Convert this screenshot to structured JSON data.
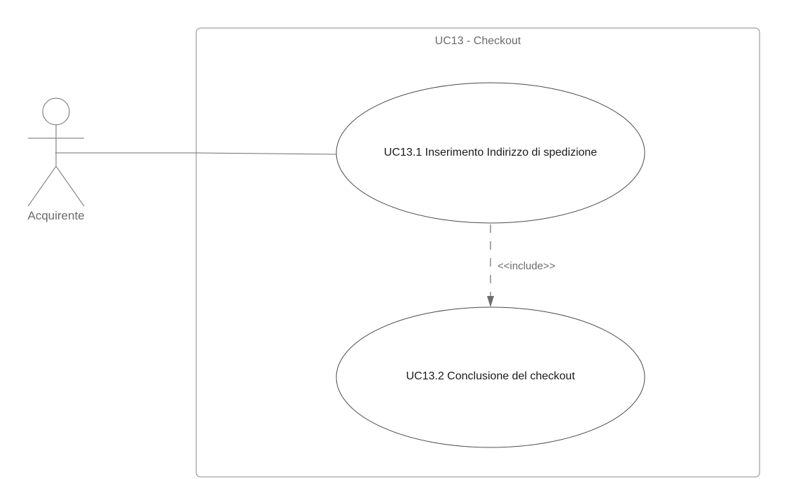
{
  "diagram": {
    "boundary_title": "UC13 - Checkout",
    "actor": {
      "label": "Acquirente"
    },
    "use_cases": [
      {
        "id": "uc13_1",
        "label": "UC13.1 Inserimento Indirizzo di spedizione"
      },
      {
        "id": "uc13_2",
        "label": "UC13.2 Conclusione del checkout"
      }
    ],
    "relations": [
      {
        "type": "association",
        "from": "actor",
        "to": "uc13_1"
      },
      {
        "type": "include",
        "from": "uc13_1",
        "to": "uc13_2",
        "label": "<<include>>"
      }
    ],
    "colors": {
      "line": "#6e6e6e",
      "text_dark": "#1a1a1a",
      "text_gray": "#6b6b6b"
    }
  }
}
